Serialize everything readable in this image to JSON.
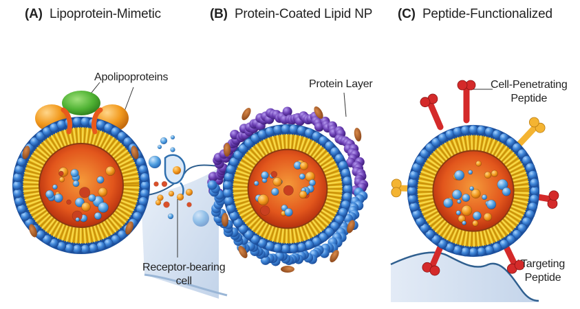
{
  "panels": [
    {
      "letter": "(A)",
      "title": "Lipoprotein-Mimetic"
    },
    {
      "letter": "(B)",
      "title": "Protein-Coated Lipid NP"
    },
    {
      "letter": "(C)",
      "title": "Peptide-Functionalized"
    }
  ],
  "labels": {
    "apolipoproteins": "Apolipoproteins",
    "receptor_line1": "Receptor-bearing",
    "receptor_line2": "cell",
    "protein_layer": "Protein Layer",
    "cpp_line1": "Cell-Penetrating",
    "cpp_line2": "Peptide",
    "targeting_line1": "Targeting",
    "targeting_line2": "Peptide"
  },
  "colors": {
    "shell_blue": "#3f86d8",
    "tail_yellow": "#f2c21c",
    "core_orange": "#e2561c",
    "cargo_orange": "#f29a1e",
    "cargo_blue": "#4f9fe0",
    "protein_purple": "#6b3fb3",
    "apo_green": "#4fb233",
    "apo_orange": "#f2a21e",
    "peptide_red": "#d42a2a",
    "peptide_yellow": "#f4b432",
    "cell_blue": "#c9d9ec"
  }
}
